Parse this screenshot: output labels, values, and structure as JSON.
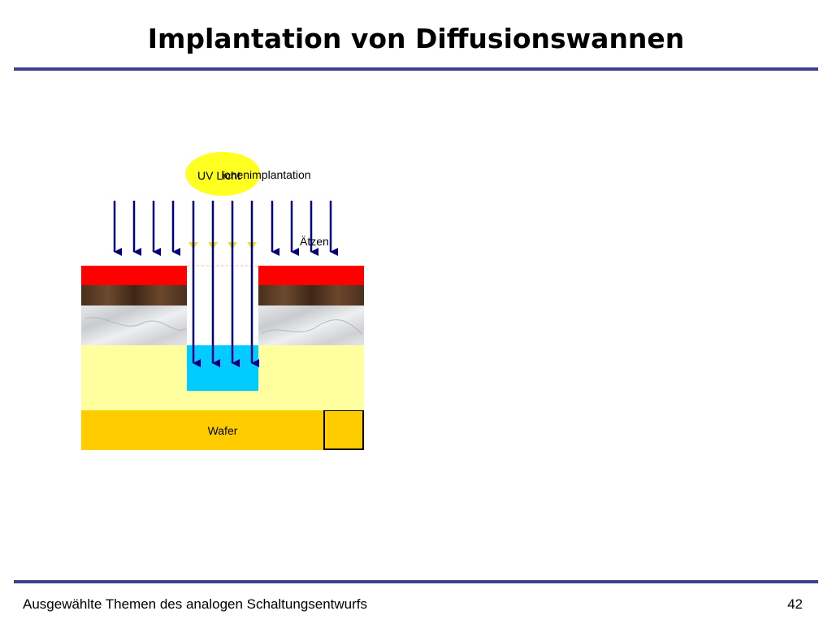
{
  "title": "Implantation von Diffusionswannen",
  "footer": {
    "text": "Ausgewählte Themen des analogen Schaltungsentwurfs",
    "page": "42"
  },
  "diagram": {
    "labels": {
      "uv": "UV Licht",
      "ion": "Ionenimplantation",
      "etch": "Ätzen",
      "wafer": "Wafer"
    },
    "colors": {
      "arrow": "#000080",
      "uv_ellipse": "#ffff22",
      "uv_arrowhead": "#f0e030",
      "photoresist": "#ff0000",
      "brown_layer": "#5a3a25",
      "marble_layer": "#d6d8da",
      "substrate_upper": "#ffffa0",
      "wafer": "#ffcc00",
      "well": "#00ccff",
      "rule": "#3d3f8f"
    }
  }
}
